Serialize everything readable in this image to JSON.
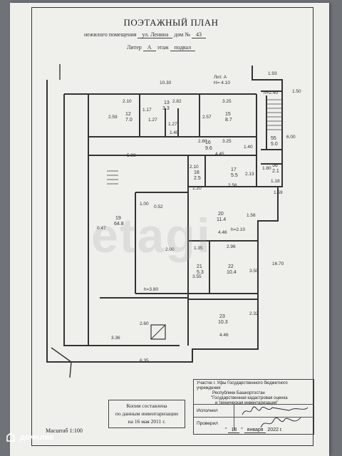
{
  "doc": {
    "title": "ПОЭТАЖНЫЙ ПЛАН",
    "line1_prefix": "нежилого помещения",
    "street": "ул. Ленина",
    "house_label": "дом №",
    "house_no": "43",
    "liter_label": "Литер",
    "liter": "А",
    "floor_label": "этаж",
    "floor": "подвал"
  },
  "plan": {
    "lit_label": "Лит. А",
    "height_label": "H= 4.10",
    "dims": [
      "10.30",
      "1.93",
      "2.10",
      "2.82",
      "3.25",
      "1.17",
      "1.50",
      "h=2.40",
      "2.59",
      "1.27",
      "1.40",
      "2.57",
      "1.27",
      "2.80",
      "3.25",
      "6.00",
      "5.98",
      "4.45",
      "1.40",
      "1.80",
      "2.10",
      "2.13",
      "1.18",
      "1.20",
      "2.56",
      "1.59",
      "1.00",
      "0.52",
      "1.56",
      "0.47",
      "2.00",
      "1.35",
      "2.96",
      "16.70",
      "3.55",
      "3.50",
      "h=3.80",
      "2.60",
      "2.32",
      "3.36",
      "4.46",
      "6.35",
      "4.46",
      "h=2.10"
    ],
    "rooms": [
      {
        "no": "12",
        "area": "7.0"
      },
      {
        "no": "13",
        "area": "3.3"
      },
      {
        "no": "15",
        "area": "8.7"
      },
      {
        "no": "16",
        "area": "9.6"
      },
      {
        "no": "17",
        "area": "5.5"
      },
      {
        "no": "18",
        "area": "2.5"
      },
      {
        "no": "19",
        "area": "64.8"
      },
      {
        "no": "20",
        "area": "11.4"
      },
      {
        "no": "21",
        "area": "5.3"
      },
      {
        "no": "22",
        "area": "10.4"
      },
      {
        "no": "23",
        "area": "10.3"
      },
      {
        "no": "55",
        "area": "5.0"
      },
      {
        "no": "56",
        "area": "2.1"
      }
    ]
  },
  "stamp": {
    "l1": "Копия составлена",
    "l2": "по данным инвентаризации",
    "l3": "на 16 мая 2011 г."
  },
  "scale_label": "Масштаб 1:100",
  "info": {
    "org1": "Участок г. Уфы Государственного бюджетного учреждения",
    "org2": "Республики Башкортостан",
    "org3": "\"Государственная кадастровая оценка",
    "org4": "и техническая инвентаризация\"",
    "executor": "Исполнил",
    "checker": "Проверил"
  },
  "date": {
    "q1": "\"",
    "day": "18",
    "q2": "\"",
    "month": "января",
    "year": "2022 г."
  },
  "watermark": "etagi",
  "brand": "домклик"
}
